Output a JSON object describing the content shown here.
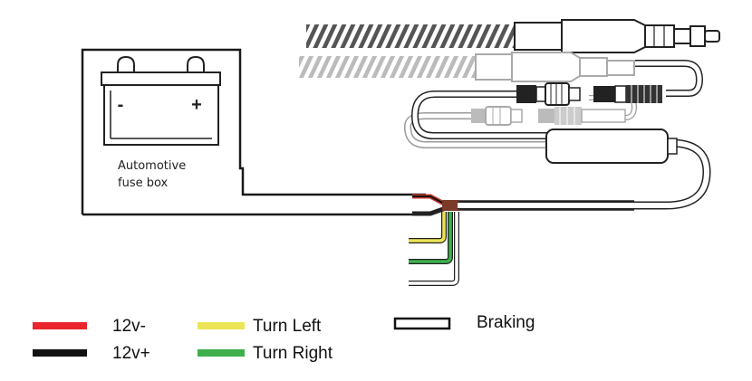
{
  "fuse_box": {
    "label_line1": "Automotive",
    "label_line2": "fuse box",
    "minus": "-",
    "plus": "+"
  },
  "legend": [
    {
      "label": "12v-",
      "color": "#e8262b",
      "style": "solid"
    },
    {
      "label": "12v+",
      "color": "#111111",
      "style": "solid"
    },
    {
      "label": "Turn Left",
      "color": "#ece556",
      "style": "solid"
    },
    {
      "label": "Turn Right",
      "color": "#3db04b",
      "style": "solid"
    },
    {
      "label": "Braking",
      "color": "#ffffff",
      "style": "outline"
    }
  ],
  "colors": {
    "wire": "#222222",
    "wire_faded": "#9a9a9a",
    "red": "#e8262b",
    "yellow": "#ece556",
    "green": "#3db04b"
  }
}
